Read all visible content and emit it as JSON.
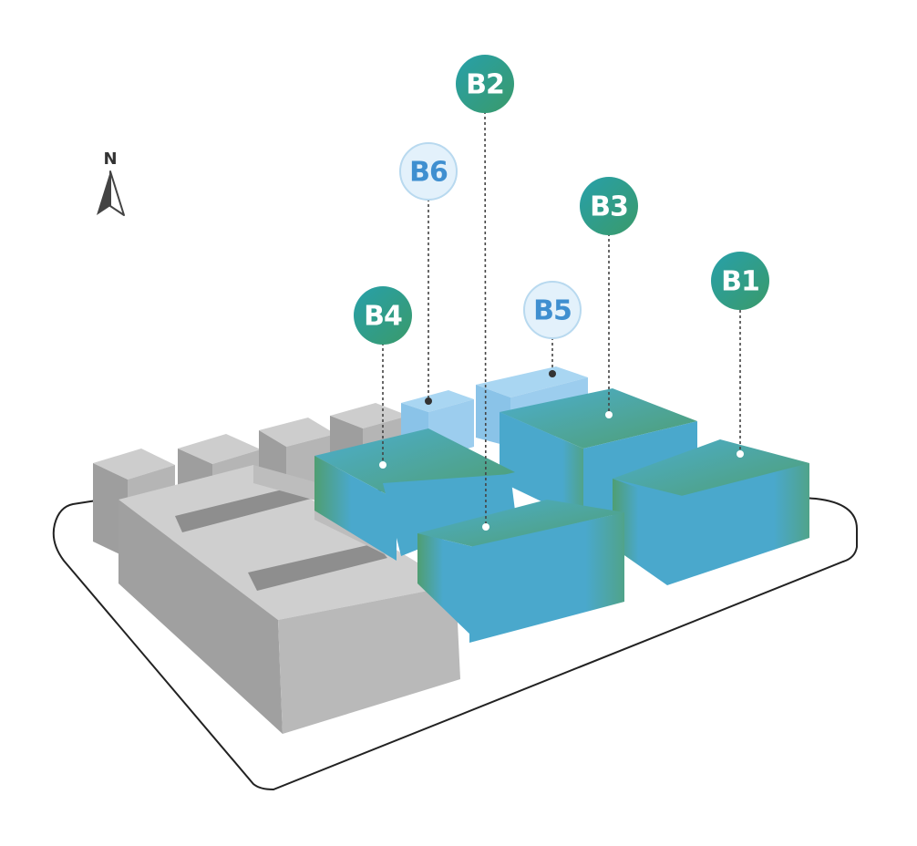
{
  "compass": {
    "letter": "N"
  },
  "colors": {
    "accent_teal": "#2aa3a4",
    "accent_green": "#2f9a72",
    "building_blue": "#4aa8cc",
    "building_green": "#4f9e72",
    "light_blue": "#a9d3f0",
    "light_label_text": "#3f8fd0",
    "gray_top": "#c9c9c9",
    "gray_side": "#a8a8a8",
    "gray_dark": "#8d8d8d"
  },
  "labels": {
    "b1": "B1",
    "b2": "B2",
    "b3": "B3",
    "b4": "B4",
    "b5": "B5",
    "b6": "B6"
  }
}
